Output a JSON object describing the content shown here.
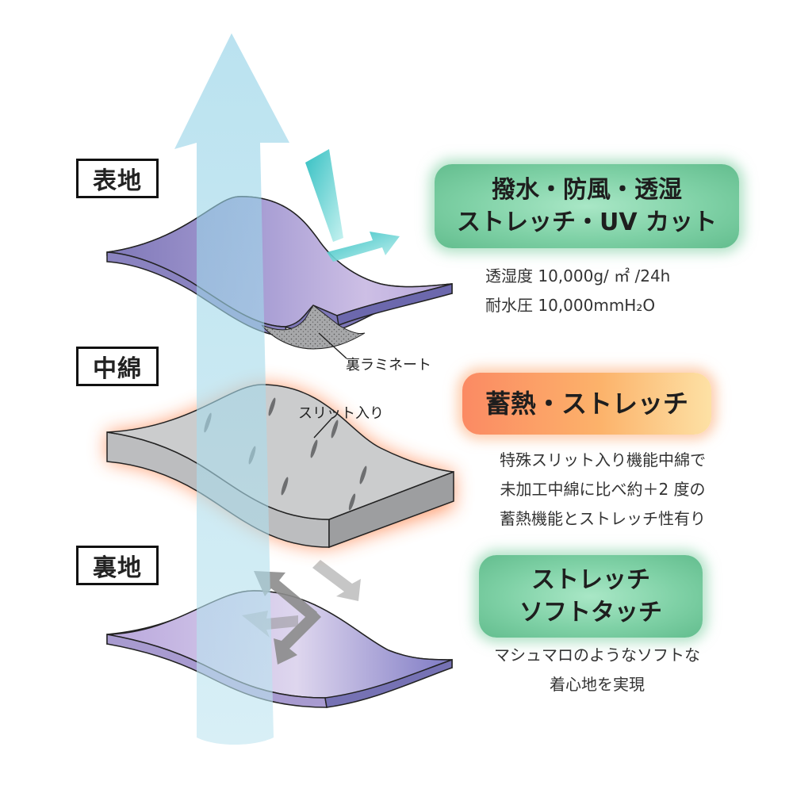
{
  "layers": {
    "omote": {
      "label": "表地"
    },
    "naka": {
      "label": "中綿"
    },
    "ura": {
      "label": "裏地"
    }
  },
  "badges": {
    "omote": {
      "line1": "撥水・防風・透湿",
      "line2": "ストレッチ・UV カット"
    },
    "naka": {
      "line1": "蓄熱・ストレッチ"
    },
    "ura": {
      "line1": "ストレッチ",
      "line2": "ソフトタッチ"
    }
  },
  "descriptions": {
    "omote": {
      "line1": "透湿度 10,000g/ ㎡ /24h",
      "line2": "耐水圧 10,000mmH₂O"
    },
    "naka": {
      "line1": "特殊スリット入り機能中綿で",
      "line2": "未加工中綿に比べ約＋2 度の",
      "line3": "蓄熱機能とストレッチ性有り"
    },
    "ura": {
      "line1": "マシュマロのようなソフトな",
      "line2": "着心地を実現"
    }
  },
  "callouts": {
    "laminate": "裏ラミネート",
    "slit": "スリット入り"
  },
  "colors": {
    "outer_fabric": "#9a8fcc",
    "padding": "#cacbcd",
    "padding_glow": "#ff7a3c",
    "lining": "#c3b6e0",
    "vapor_arrow": "#a9dbe9",
    "wind_arrow": "#2cc2c2",
    "stretch_arrow": "#8a8a8a",
    "badge_green": "#7fd1a6",
    "badge_orange": "#fb8a63"
  },
  "icons": [
    "vapor-up-arrow-icon",
    "wind-deflect-arrow-icon",
    "stretch-cross-arrows-icon"
  ]
}
